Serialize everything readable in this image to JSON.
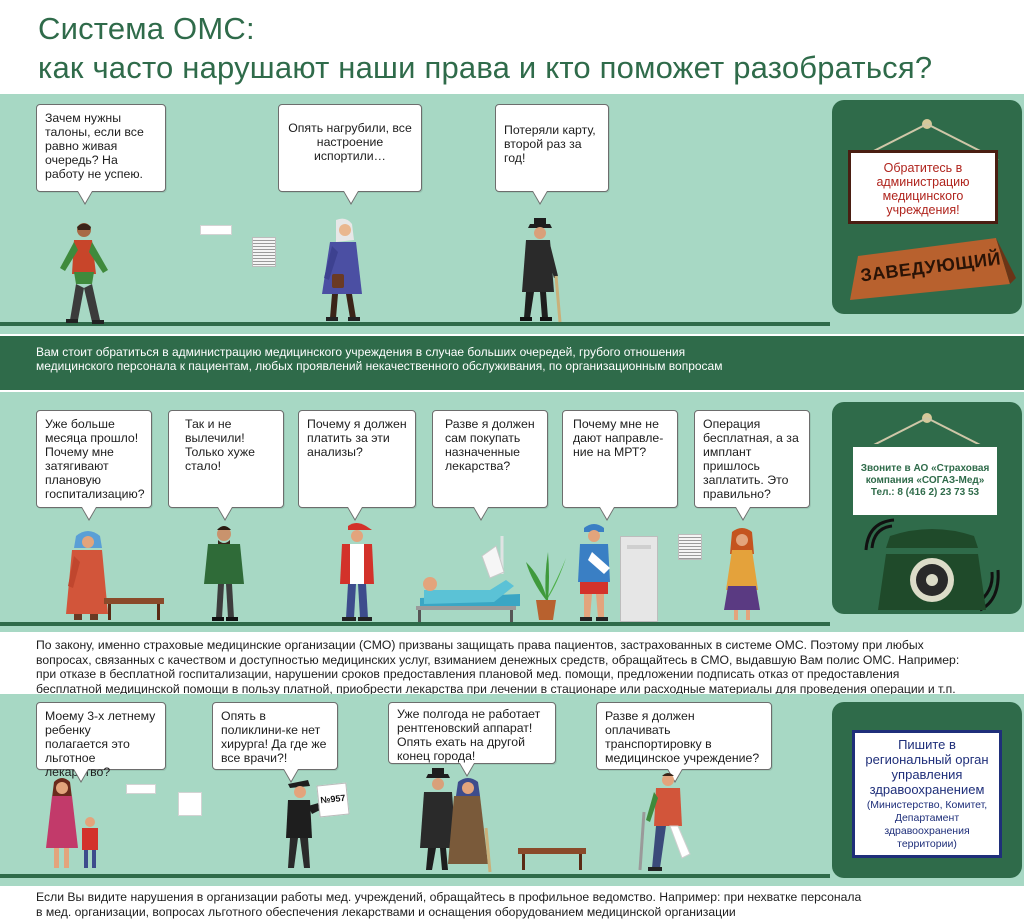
{
  "header": {
    "line1": "Система ОМС:",
    "line2": "как часто нарушают наши права и кто поможет разобраться?"
  },
  "section1": {
    "bubbles": [
      "Зачем нужны талоны, если все равно живая очередь? На работу не успею.",
      "Опять нагрубили, все настроение испортили…",
      "Потеряли карту, второй раз за год!"
    ],
    "sign": "Обратитесь в администрацию медицинского учреждения!",
    "door_plate": "ЗАВЕДУЮЩИЙ",
    "band_line1": "Вам стоит обратиться в администрацию медицинского учреждения в случае больших очередей, грубого отношения",
    "band_line2": "медицинского персонала  к пациентам, любых проявлений некачественного обслуживания, по организационным вопросам"
  },
  "section2": {
    "bubbles": [
      "Уже больше месяца прошло! Почему мне затягивают плановую госпитализацию?",
      "Так и не вылечили! Только хуже стало!",
      "Почему я должен платить за эти анализы?",
      "Разве я должен сам покупать назначенные лекарства?",
      "Почему  мне не дают направле-ние на МРТ?",
      "Операция бесплатная, а за имплант пришлось заплатить. Это правильно?"
    ],
    "sign_line1": "Звоните в АО «Страховая",
    "sign_line2": "компания «СОГАЗ-Мед»",
    "sign_line3": "Тел.:  8 (416 2) 23 73 53",
    "band_lines": [
      "По закону, именно страховые медицинские организации (СМО) призваны  защищать права пациентов, застрахованных в системе ОМС. Поэтому при любых",
      "вопросах, связанных с качеством и доступностью медицинских услуг, взиманием денежных средств, обращайтесь в СМО, выдавшую Вам полис ОМС. Например:",
      "при отказе в бесплатной госпитализации, нарушении сроков предоставления плановой мед. помощи, предложении подписать отказ  от предоставления",
      "бесплатной медицинской помощи в пользу платной, приобрести лекарства  при лечении в стационаре или расходные материалы для проведения операции  и т.п."
    ]
  },
  "section3": {
    "bubbles": [
      "Моему 3-х летнему ребенку полагается это льготное лекарство?",
      "Опять в поликлини-ке нет хирурга! Да где же все врачи?!",
      "Уже полгода не работает рентгеновский аппарат! Опять ехать на другой конец города!",
      "Разве я должен оплачивать транспортировку в медицинское учреждение?"
    ],
    "ticket": "№957",
    "sign_title": "Пишите в региональный орган управления здравоохранением",
    "sign_sub": "(Министерство, Комитет, Департамент здравоохранения территории)",
    "band_line1": "Если Вы видите нарушения в организации работы мед. учреждений, обращайтесь в профильное ведомство. Например: при нехватке персонала",
    "band_line2": "в мед. организации,  вопросах льготного обеспечения лекарствами  и оснащения оборудованием медицинской организации"
  },
  "colors": {
    "panel": "#a7d8c4",
    "dark_green": "#2f6b4a",
    "sign_red": "#b0241d",
    "sign_blue": "#1f2f7a"
  }
}
